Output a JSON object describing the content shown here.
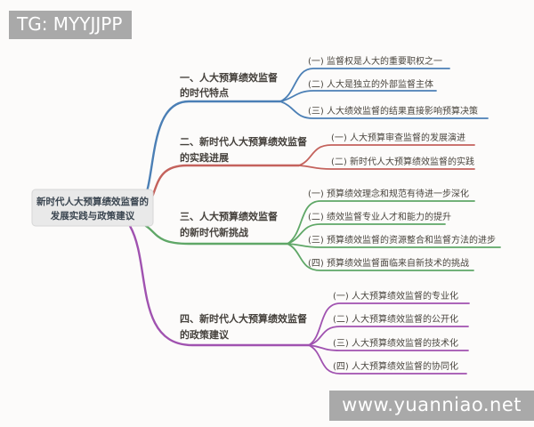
{
  "watermark_top": {
    "text": "TG: MYYJJPP"
  },
  "watermark_bottom": {
    "text": "www.yuanniao.net"
  },
  "colors": {
    "branch_blue": "#4b7fb5",
    "branch_red": "#c4625c",
    "branch_green": "#5fa767",
    "branch_purple": "#a052b0",
    "root_node_bg": "#e9e9e9",
    "root_node_border": "#d6d6d6",
    "watermark_bg": "#a9a9a9",
    "text_dark": "#45413c"
  },
  "mindmap": {
    "root": {
      "line1": "新时代人大预算绩效监督的",
      "line2": "发展实践与政策建议"
    },
    "branches": [
      {
        "label_line1": "一、人大预算绩效监督",
        "label_line2": "的时代特点",
        "color": "#4b7fb5",
        "children": [
          "(一) 监督权是人大的重要职权之一",
          "(二) 人大是独立的外部监督主体",
          "(三) 人大绩效监督的结果直接影响预算决策"
        ]
      },
      {
        "label_line1": "二、新时代人大预算绩效监督",
        "label_line2": "的实践进展",
        "color": "#c4625c",
        "children": [
          "(一) 人大预算审查监督的发展演进",
          "(二) 新时代人大预算绩效监督的实践"
        ]
      },
      {
        "label_line1": "三、人大预算绩效监督",
        "label_line2": "的新时代新挑战",
        "color": "#5fa767",
        "children": [
          "(一) 预算绩效理念和规范有待进一步深化",
          "(二) 绩效监督专业人才和能力的提升",
          "(三) 预算绩效监督的资源整合和监督方法的进步",
          "(四) 预算绩效监督面临来自新技术的挑战"
        ]
      },
      {
        "label_line1": "四、新时代人大预算绩效监督",
        "label_line2": "的政策建议",
        "color": "#a052b0",
        "children": [
          "(一) 人大预算绩效监督的专业化",
          "(二) 人大预算绩效监督的公开化",
          "(三) 人大预算绩效监督的技术化",
          "(四) 人大预算绩效监督的协同化"
        ]
      }
    ]
  }
}
